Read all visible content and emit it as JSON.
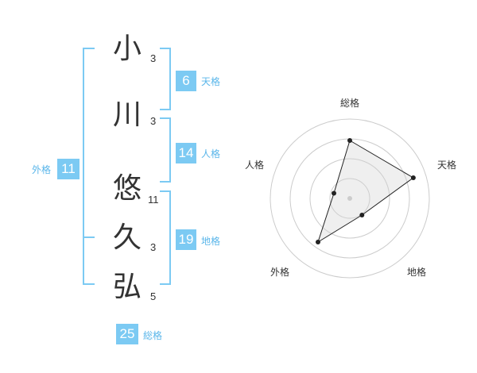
{
  "colors": {
    "accent": "#7ccaf3",
    "label": "#5ab6ea",
    "text": "#333333"
  },
  "name": {
    "characters": [
      {
        "char": "小",
        "strokes": "3"
      },
      {
        "char": "川",
        "strokes": "3"
      },
      {
        "char": "悠",
        "strokes": "11"
      },
      {
        "char": "久",
        "strokes": "3"
      },
      {
        "char": "弘",
        "strokes": "5"
      }
    ]
  },
  "fortune": {
    "tenkaku": {
      "value": "6",
      "label": "天格"
    },
    "jinkaku": {
      "value": "14",
      "label": "人格"
    },
    "chikaku": {
      "value": "19",
      "label": "地格"
    },
    "gaikaku": {
      "value": "11",
      "label": "外格"
    },
    "soukaku": {
      "value": "25",
      "label": "総格"
    }
  },
  "chart_data": {
    "type": "radar",
    "axes": [
      "総格",
      "天格",
      "地格",
      "外格",
      "人格"
    ],
    "rings": 4,
    "values": [
      0.73,
      0.84,
      0.26,
      0.68,
      0.21
    ]
  }
}
